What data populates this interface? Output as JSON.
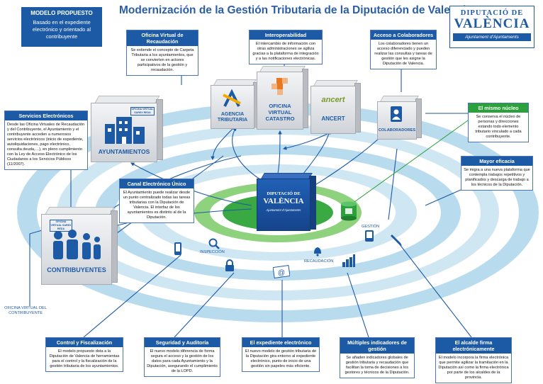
{
  "title": "Modernización de la Gestión Tributaria de la Diputación de Valencia",
  "modelo": {
    "heading": "MODELO PROPUESTO",
    "body": "Basado en el expediente electrónico y orientado al contribuyente"
  },
  "logo": {
    "line1": "DIPUTACIÓ DE",
    "line2": "VALÈNCIA",
    "line3": "Ajuntament d'Ajuntaments"
  },
  "boxes": {
    "oficina_virtual": {
      "title": "Oficina Virtual de Recaudación",
      "body": "Se extiende el concepto de Carpeta Tributaria a los ayuntamientos, que se convierten en actores participativos de la gestión y recaudación."
    },
    "interoperabilidad": {
      "title": "Interoperabilidad",
      "body": "El intercambio de información con otras administraciones se agiliza gracias a la plataforma de integración y a las notificaciones electrónicas."
    },
    "acceso": {
      "title": "Acceso a Colaboradores",
      "body": "Los colaboradores tienen un acceso diferenciado y pueden realizar las consultas y tareas de gestión que les asigne la Diputación de Valencia."
    },
    "servicios": {
      "title": "Servicios Electrónicos",
      "body": "Desde las Oficina Virtuales de Recaudación y del Contribuyente, el Ayuntamiento y el contribuyente acceden a numerosos servicios electrónicos (inicio de expediente, autoliquidaciones, pago electrónico, consulta deuda,…), en pleno cumplimiento con la Ley de Acceso Electrónico de los Ciudadanos a los Servicios Públicos (11/2007)."
    },
    "nucleo": {
      "title": "El mismo núcleo",
      "body": "Se conserva el núcleo de personas y direcciones estando todo elemento tributario vinculado a cada contribuyente."
    },
    "eficacia": {
      "title": "Mayor eficacia",
      "body": "Se migra a una nueva plataforma que contempla trabajos repetitivos y planificados y descarga de trabajo a los técnicos de la Diputación."
    },
    "canal": {
      "title": "Canal Electrónico Único",
      "body": "El Ayuntamiento puede realizar desde un punto centralizado todas las tareas tributarias con la Diputación de Valencia. El interfaz de los ayuntamientos es distinto al de la Diputación."
    },
    "control": {
      "title": "Control y Fiscalización",
      "body": "El modelo propuesto dota a la Diputación de Valencia de herramientas para el control y la fiscalización de la gestión tributaria de los ayuntamientos."
    },
    "seguridad": {
      "title": "Seguridad y Auditoría",
      "body": "El nuevo modelo diferencia de forma segura el acceso y la gestión de los datos para cada Ayuntamiento y la Diputación, asegurando el cumplimiento de la LOPD."
    },
    "expediente": {
      "title": "El expediente electrónico",
      "body": "El nuevo modelo de gestión tributaria de la Diputación gira entorno al expediente electrónico, punto de inicio de una gestión sin papeles más eficiente."
    },
    "indicadores": {
      "title": "Múltiples indicadores de gestión",
      "body": "Se añaden indicadores globales de gestión tributaria y recaudación que facilitan la toma de decisiones a los gestores y técnicos de la Diputación."
    },
    "firma": {
      "title": "El alcalde firma electrónicamente",
      "body": "El modelo incorpora la firma electrónica que permite agilizar la tramitación en la Diputación así como la firma electrónica por parte de los alcaldes de la provincia."
    }
  },
  "cubes": {
    "agencia": "AGENCIA TRIBUTARIA",
    "catastro": "OFICINA VIRTUAL CATASTRO",
    "ancert": "ANCERT",
    "ancert_logo": "ancert",
    "colaboradores": "COLABORADORES",
    "ayuntamientos": "AYUNTAMIENTOS",
    "contribuyentes": "CONTRIBUYENTES",
    "badge": "OFICINA VIRTUAL SAREX REDA",
    "center_l1": "DIPUTACIÓ DE",
    "center_l2": "VALÈNCIA",
    "center_l3": "Ajuntament d'Ajuntaments"
  },
  "labels": {
    "gestion": "GESTIÓN",
    "inspeccion": "INSPECCIÓN",
    "recaudacion": "RECAUDACIÓN",
    "oficina_contribuyente": "OFICINA VIRTUAL DEL CONTRIBUYENTE"
  },
  "icons": [
    "search-icon",
    "lock-icon",
    "envelope-at-icon",
    "bar-chart-icon",
    "pen-icon",
    "mobile-icon",
    "bell-icon",
    "id-card-icon",
    "database-icon"
  ]
}
